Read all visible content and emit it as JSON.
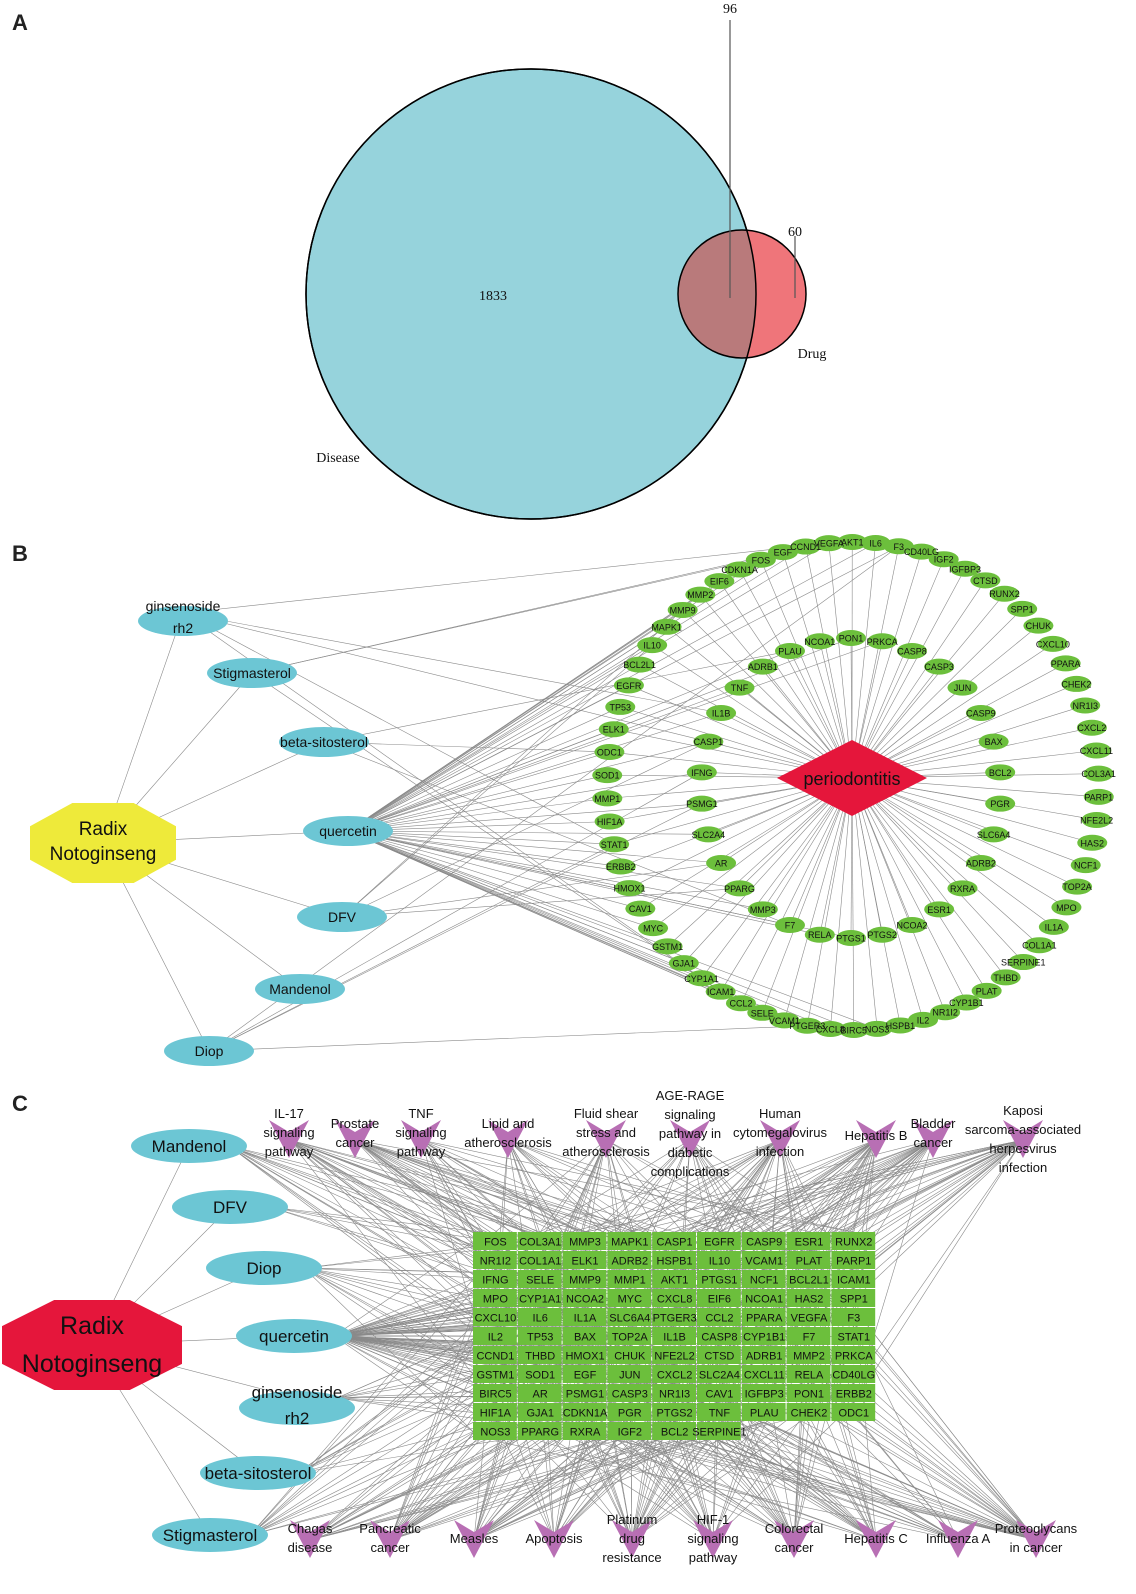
{
  "colors": {
    "disease": "#96d3dc",
    "drug": "#ef757a",
    "overlap": "#b97a7b",
    "compound": "#6cc6d4",
    "gene": "#6cbf3c",
    "herb_b": "#eeea3a",
    "herb_c": "#e5163b",
    "disease_node": "#e5163b",
    "pathway": "#b86fb4",
    "edge": "#8a8a8a"
  },
  "panels": {
    "a": "A",
    "b": "B",
    "c": "C"
  },
  "venn": {
    "sets": [
      {
        "name": "Disease",
        "only": "1833"
      },
      {
        "name": "Drug",
        "only": "60"
      }
    ],
    "intersection": "96"
  },
  "network_b": {
    "herb": [
      "Radix",
      "Notoginseng"
    ],
    "disease": "periodontitis",
    "compounds": [
      [
        "ginsenoside",
        "rh2"
      ],
      [
        "Stigmasterol"
      ],
      [
        "beta-sitosterol"
      ],
      [
        "quercetin"
      ],
      [
        "DFV"
      ],
      [
        "Mandenol"
      ],
      [
        "Diop"
      ]
    ],
    "outer_genes": [
      "CYP1A1",
      "ICAM1",
      "CCL2",
      "SELE",
      "VCAM1",
      "PTGER3",
      "CXCL8",
      "BIRC5",
      "NOS3",
      "HSPB1",
      "IL2",
      "NR1I2",
      "CYP1B1",
      "PLAT",
      "THBD",
      "SERPINE1",
      "COL1A1",
      "IL1A",
      "MPO",
      "TOP2A",
      "NCF1",
      "HAS2",
      "NFE2L2",
      "PARP1",
      "COL3A1",
      "CXCL11",
      "CXCL2",
      "NR1I3",
      "CHEK2",
      "PPARA",
      "CXCL10",
      "CHUK",
      "SPP1",
      "RUNX2",
      "CTSD",
      "IGFBP3",
      "IGF2",
      "CD40LG",
      "F3",
      "IL6",
      "AKT1",
      "VEGFA",
      "CCND1",
      "EGF",
      "FOS",
      "CDKN1A",
      "EIF6",
      "MMP2",
      "MMP9",
      "MAPK1",
      "IL10",
      "BCL2L1",
      "EGFR",
      "TP53",
      "ELK1",
      "ODC1",
      "SOD1",
      "MMP1",
      "HIF1A",
      "STAT1",
      "ERBB2",
      "HMOX1",
      "CAV1",
      "MYC",
      "GSTM1",
      "GJA1"
    ],
    "inner_genes": [
      "PLAU",
      "NCOA1",
      "PON1",
      "PRKCA",
      "CASP8",
      "CASP3",
      "JUN",
      "CASP9",
      "BAX",
      "BCL2",
      "PGR",
      "SLC6A4",
      "ADRB2",
      "RXRA",
      "ESR1",
      "NCOA2",
      "PTGS2",
      "PTGS1",
      "RELA",
      "F7",
      "MMP3",
      "PPARG",
      "AR",
      "SLC2A4",
      "PSMG1",
      "IFNG",
      "CASP1",
      "IL1B",
      "TNF",
      "ADRB1"
    ]
  },
  "network_c": {
    "herb": [
      "Radix",
      "Notoginseng"
    ],
    "compounds": [
      [
        "Mandenol"
      ],
      [
        "DFV"
      ],
      [
        "Diop"
      ],
      [
        "quercetin"
      ],
      [
        "ginsenoside",
        "rh2"
      ],
      [
        "beta-sitosterol"
      ],
      [
        "Stigmasterol"
      ]
    ],
    "gene_grid": [
      [
        "FOS",
        "COL3A1",
        "MMP3",
        "MAPK1",
        "CASP1",
        "EGFR",
        "CASP9",
        "ESR1",
        "RUNX2"
      ],
      [
        "NR1I2",
        "COL1A1",
        "ELK1",
        "ADRB2",
        "HSPB1",
        "IL10",
        "VCAM1",
        "PLAT",
        "PARP1"
      ],
      [
        "IFNG",
        "SELE",
        "MMP9",
        "MMP1",
        "AKT1",
        "PTGS1",
        "NCF1",
        "BCL2L1",
        "ICAM1"
      ],
      [
        "MPO",
        "CYP1A1",
        "NCOA2",
        "MYC",
        "CXCL8",
        "EIF6",
        "NCOA1",
        "HAS2",
        "SPP1"
      ],
      [
        "CXCL10",
        "IL6",
        "IL1A",
        "SLC6A4",
        "PTGER3",
        "CCL2",
        "PPARA",
        "VEGFA",
        "F3"
      ],
      [
        "IL2",
        "TP53",
        "BAX",
        "TOP2A",
        "IL1B",
        "CASP8",
        "CYP1B1",
        "F7",
        "STAT1"
      ],
      [
        "CCND1",
        "THBD",
        "HMOX1",
        "CHUK",
        "NFE2L2",
        "CTSD",
        "ADRB1",
        "MMP2",
        "PRKCA"
      ],
      [
        "GSTM1",
        "SOD1",
        "EGF",
        "JUN",
        "CXCL2",
        "SLC2A4",
        "CXCL11",
        "RELA",
        "CD40LG"
      ],
      [
        "BIRC5",
        "AR",
        "PSMG1",
        "CASP3",
        "NR1I3",
        "CAV1",
        "IGFBP3",
        "PON1",
        "ERBB2"
      ],
      [
        "HIF1A",
        "GJA1",
        "CDKN1A",
        "PGR",
        "PTGS2",
        "TNF",
        "PLAU",
        "CHEK2",
        "ODC1"
      ],
      [
        "NOS3",
        "PPARG",
        "RXRA",
        "IGF2",
        "BCL2",
        "SERPINE1"
      ]
    ],
    "pathways_top": [
      [
        "IL-17",
        "signaling",
        "pathway"
      ],
      [
        "Prostate",
        "cancer"
      ],
      [
        "TNF",
        "signaling",
        "pathway"
      ],
      [
        "Lipid and",
        "atherosclerosis"
      ],
      [
        "Fluid shear",
        "stress and",
        "atherosclerosis"
      ],
      [
        "AGE-RAGE",
        "signaling",
        "pathway in",
        "diabetic",
        "complications"
      ],
      [
        "Human",
        "cytomegalovirus",
        "infection"
      ],
      [
        "Hepatitis B"
      ],
      [
        "Bladder",
        "cancer"
      ],
      [
        "Kaposi",
        "sarcoma-associated",
        "herpesvirus",
        "infection"
      ]
    ],
    "pathways_bottom": [
      [
        "Chagas",
        "disease"
      ],
      [
        "Pancreatic",
        "cancer"
      ],
      [
        "Measles"
      ],
      [
        "Apoptosis"
      ],
      [
        "Platinum",
        "drug",
        "resistance"
      ],
      [
        "HIF-1",
        "signaling",
        "pathway"
      ],
      [
        "Colorectal",
        "cancer"
      ],
      [
        "Hepatitis C"
      ],
      [
        "Influenza A"
      ],
      [
        "Proteoglycans",
        "in cancer"
      ]
    ]
  }
}
